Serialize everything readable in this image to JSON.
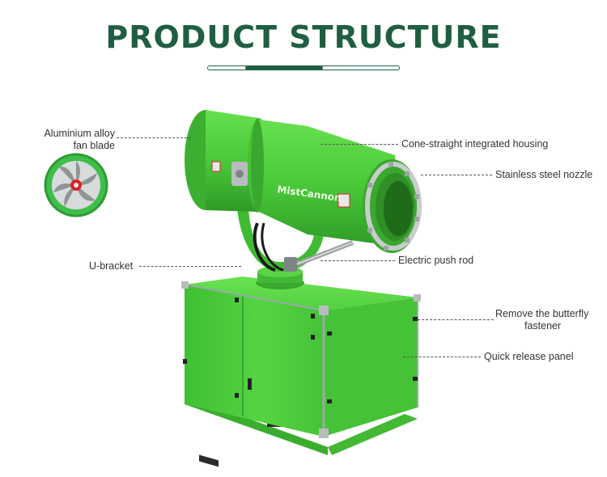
{
  "header": {
    "title": "PRODUCT STRUCTURE"
  },
  "product": {
    "brand": "MistCannon"
  },
  "callouts": [
    {
      "id": "fan",
      "text": "Aluminium alloy fan blade",
      "line1": "Aluminium alloy",
      "line2": "fan blade"
    },
    {
      "id": "housing",
      "text": "Cone-straight integrated housing"
    },
    {
      "id": "nozzle",
      "text": "Stainless steel nozzle"
    },
    {
      "id": "bracket",
      "text": "U-bracket"
    },
    {
      "id": "push_rod",
      "text": "Electric push rod"
    },
    {
      "id": "fastener",
      "text": "Remove the butterfly fastener",
      "line1": "Remove the butterfly",
      "line2": "fastener"
    },
    {
      "id": "panel",
      "text": "Quick release panel"
    }
  ],
  "colors": {
    "title": "#1f5e43",
    "machine_green": "#4ecf3a",
    "machine_dark": "#2f9a2a"
  },
  "icons": [
    "fan-blade-icon",
    "warning-sticker-icon"
  ]
}
